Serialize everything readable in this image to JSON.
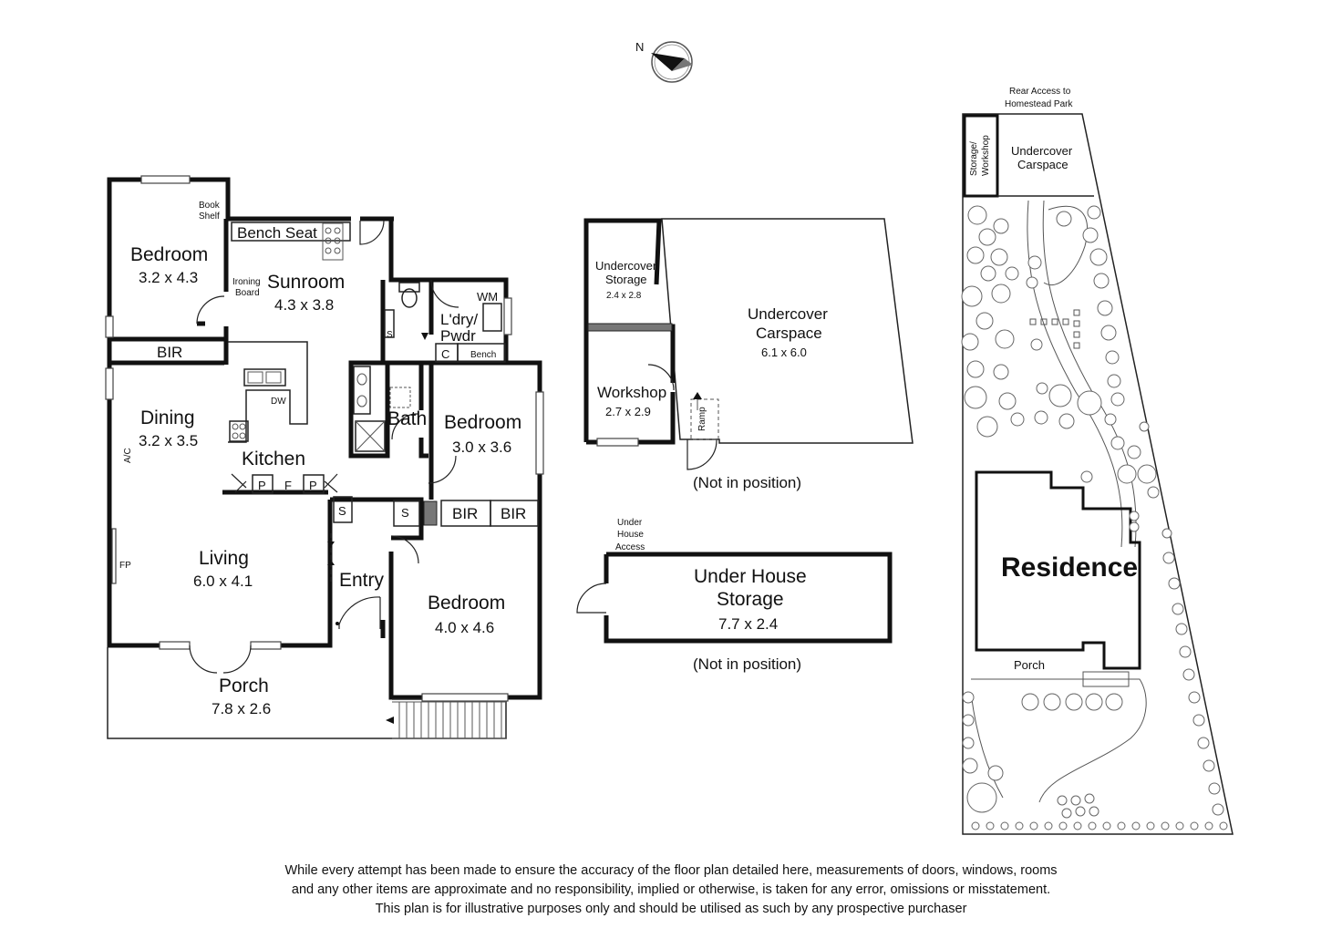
{
  "compass": {
    "label": "N"
  },
  "main_plan": {
    "bedroom1": {
      "name": "Bedroom",
      "dims": "3.2 x 4.3"
    },
    "book_shelf_1": "Book",
    "book_shelf_2": "Shelf",
    "bench_seat": "Bench Seat",
    "sunroom": {
      "name": "Sunroom",
      "dims": "4.3 x 3.8"
    },
    "ironing_board_1": "Ironing",
    "ironing_board_2": "Board",
    "bir": "BIR",
    "laundry_1": "L'dry/",
    "laundry_2": "Pwdr",
    "wm": "WM",
    "c": "C",
    "bench": "Bench",
    "s": "S",
    "dining": {
      "name": "Dining",
      "dims": "3.2 x 3.5"
    },
    "ac": "A/C",
    "dw": "DW",
    "kitchen": "Kitchen",
    "p": "P",
    "f": "F",
    "bath": "Bath",
    "bedroom2": {
      "name": "Bedroom",
      "dims": "3.0 x 3.6"
    },
    "living": {
      "name": "Living",
      "dims": "6.0 x 4.1"
    },
    "fp": "FP",
    "entry": "Entry",
    "bedroom3": {
      "name": "Bedroom",
      "dims": "4.0 x 4.6"
    },
    "porch": {
      "name": "Porch",
      "dims": "7.8 x 2.6"
    }
  },
  "outbuilding": {
    "storage_1": "Undercover",
    "storage_2": "Storage",
    "storage_dims": "2.4 x 2.8",
    "carspace_1": "Undercover",
    "carspace_2": "Carspace",
    "carspace_dims": "6.1 x 6.0",
    "workshop": "Workshop",
    "workshop_dims": "2.7 x 2.9",
    "ramp": "Ramp",
    "not_in_position": "(Not in position)"
  },
  "under_house": {
    "access_1": "Under",
    "access_2": "House",
    "access_3": "Access",
    "name_1": "Under House",
    "name_2": "Storage",
    "dims": "7.7 x 2.4",
    "not_in_position": "(Not in position)"
  },
  "site_plan": {
    "rear_access_1": "Rear Access to",
    "rear_access_2": "Homestead Park",
    "storage_workshop_1": "Storage/",
    "storage_workshop_2": "Workshop",
    "carspace_1": "Undercover",
    "carspace_2": "Carspace",
    "residence": "Residence",
    "porch": "Porch"
  },
  "disclaimer": {
    "line1": "While every attempt has been made to ensure the accuracy of the floor plan detailed here, measurements of doors, windows, rooms",
    "line2": "and any other items are approximate and no responsibility, implied or otherwise, is taken for any error, omissions or misstatement.",
    "line3": "This plan is for illustrative purposes only and should be utilised as such by any prospective purchaser"
  }
}
